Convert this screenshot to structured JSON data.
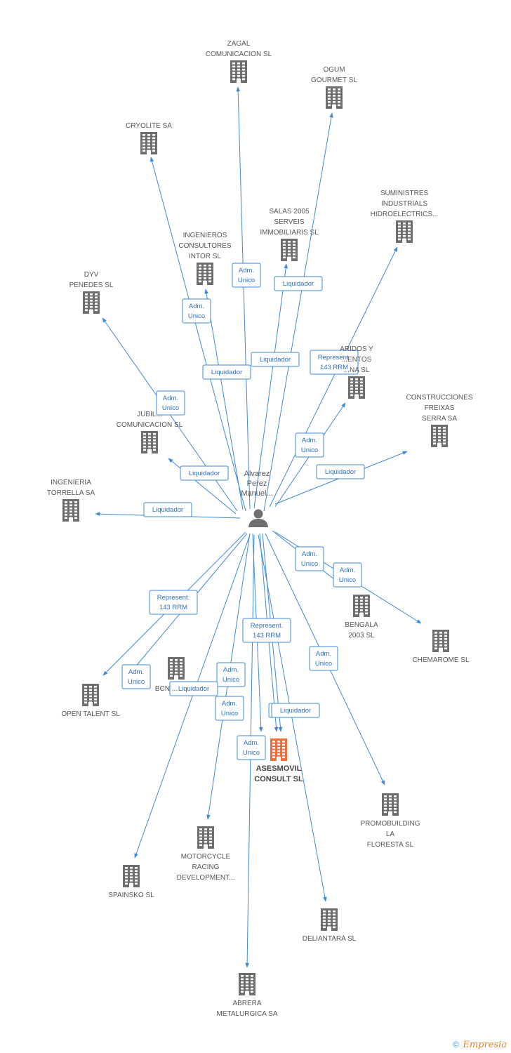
{
  "colors": {
    "edge": "#3f88d6",
    "building": "#6e6e6e",
    "building_main": "#f26b3a",
    "person": "#6e6e6e"
  },
  "center": {
    "label": [
      "Alvarez",
      "Perez",
      "Manuel..."
    ]
  },
  "nodes": [
    {
      "id": "zagal",
      "label": [
        "ZAGAL",
        "COMUNICACION SL"
      ]
    },
    {
      "id": "ogum",
      "label": [
        "OGUM",
        "GOURMET SL"
      ]
    },
    {
      "id": "cryolite",
      "label": [
        "CRYOLITE SA"
      ]
    },
    {
      "id": "suministres",
      "label": [
        "SUMINISTRES",
        "INDUSTRIALS",
        "HIDROELECTRICS..."
      ]
    },
    {
      "id": "salas",
      "label": [
        "SALAS 2005",
        "SERVEIS",
        "IMMOBILIARIS SL"
      ]
    },
    {
      "id": "ingenieros",
      "label": [
        "INGENIEROS",
        "CONSULTORES",
        "INTOR SL"
      ]
    },
    {
      "id": "dyv",
      "label": [
        "DYV",
        "PENEDES SL"
      ]
    },
    {
      "id": "aridos",
      "label": [
        "ARIDOS Y",
        "...ENTOS",
        "...NA SL"
      ]
    },
    {
      "id": "construcciones",
      "label": [
        "CONSTRUCCIONES",
        "FREIXAS",
        "SERRA SA"
      ]
    },
    {
      "id": "jubil",
      "label": [
        "JUBIL...",
        "COMUNICACION SL"
      ]
    },
    {
      "id": "ingenieria",
      "label": [
        "INGENIERIA",
        "TORRELLA SA"
      ]
    },
    {
      "id": "bengala",
      "label": [
        "BENGALA",
        "2003 SL"
      ]
    },
    {
      "id": "chemarome",
      "label": [
        "CHEMAROME SL"
      ]
    },
    {
      "id": "bcn",
      "label": [
        "BCN ..."
      ]
    },
    {
      "id": "opentalent",
      "label": [
        "OPEN TALENT SL"
      ]
    },
    {
      "id": "asesmovil",
      "label": [
        "ASESMOVIL",
        "CONSULT SL"
      ],
      "main": true
    },
    {
      "id": "promobuilding",
      "label": [
        "PROMOBUILDING",
        "LA",
        "FLORESTA SL"
      ]
    },
    {
      "id": "motorcycle",
      "label": [
        "MOTORCYCLE",
        "RACING",
        "DEVELOPMENT..."
      ]
    },
    {
      "id": "spainsko",
      "label": [
        "SPAINSKO SL"
      ]
    },
    {
      "id": "deliantara",
      "label": [
        "DELIANTARA SL"
      ]
    },
    {
      "id": "abrera",
      "label": [
        "ABRERA",
        "METALURGICA SA"
      ]
    }
  ],
  "edges": [
    {
      "target": "zagal",
      "label": [
        "Adm.",
        "Unico"
      ]
    },
    {
      "target": "ogum",
      "label": [
        "Liquidador"
      ]
    },
    {
      "target": "cryolite",
      "label": [
        "Liquidador"
      ]
    },
    {
      "target": "suministres",
      "label": [
        "Represent.",
        "143 RRM"
      ]
    },
    {
      "target": "salas",
      "label": [
        "Liquidador"
      ]
    },
    {
      "target": "ingenieros",
      "label": [
        "Adm.",
        "Unico"
      ]
    },
    {
      "target": "dyv",
      "label": [
        "Adm.",
        "Unico"
      ]
    },
    {
      "target": "aridos",
      "label": [
        "Adm.",
        "Unico"
      ]
    },
    {
      "target": "construcciones",
      "label": [
        "Liquidador"
      ]
    },
    {
      "target": "jubil",
      "label": [
        "Liquidador"
      ]
    },
    {
      "target": "ingenieria",
      "label": [
        "Liquidador"
      ]
    },
    {
      "target": "bengala",
      "label": [
        "Adm.",
        "Unico"
      ]
    },
    {
      "target": "chemarome",
      "label": [
        "Adm.",
        "Unico"
      ]
    },
    {
      "target": "promobuilding",
      "label": [
        "Adm.",
        "Unico"
      ]
    },
    {
      "target": "opentalent",
      "label": [
        "Represent.",
        "143 RRM"
      ]
    },
    {
      "target": "bcn",
      "label": [
        "Adm.",
        "Unico"
      ]
    },
    {
      "target": "motorcycle",
      "label": [
        "Adm.",
        "Unico"
      ]
    },
    {
      "target": "asesmovil",
      "label": [
        "Represent.",
        "143 RRM"
      ]
    },
    {
      "target": "asesmovil",
      "label": [
        "Liquidador"
      ]
    },
    {
      "target": "spainsko",
      "label": [
        "Liquidador"
      ]
    },
    {
      "target": "abrera",
      "label": [
        "Adm.",
        "Unico"
      ]
    },
    {
      "target": "deliantara",
      "label": [
        "Liquidador"
      ]
    },
    {
      "target": "asesmovil",
      "label": [
        "Adm.",
        "Unico"
      ]
    }
  ],
  "footer": {
    "copyright": "©",
    "brand": "Empresia"
  }
}
